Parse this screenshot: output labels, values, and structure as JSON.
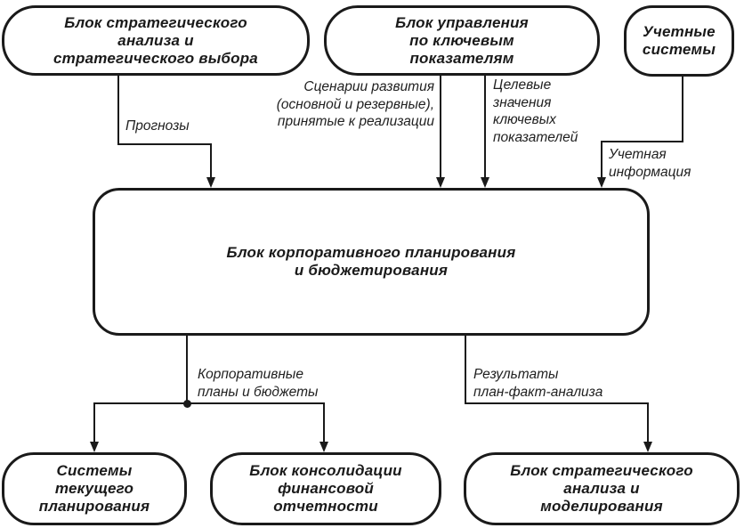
{
  "diagram": {
    "title": "Structure of corporate planning and budgeting blocks",
    "colors": {
      "stroke": "#1a1a1a",
      "background": "#ffffff",
      "text": "#1a1a1a"
    },
    "nodes": {
      "strategic_analysis_choice": {
        "label": "Блок стратегического\nанализа и\nстратегического выбора"
      },
      "kpi_management": {
        "label": "Блок управления\nпо ключевым\nпоказателям"
      },
      "accounting_systems": {
        "label": "Учетные\nсистемы"
      },
      "corporate_planning": {
        "label": "Блок корпоративного планирования\nи бюджетирования"
      },
      "current_planning": {
        "label": "Системы\nтекущего\nпланирования"
      },
      "financial_consolidation": {
        "label": "Блок консолидации\nфинансовой\nотчетности"
      },
      "strategic_analysis_modeling": {
        "label": "Блок стратегического\nанализа и\nмоделирования"
      }
    },
    "edge_labels": {
      "forecasts": "Прогнозы",
      "scenarios": "Сценарии развития\n(основной и резервные),\nпринятые к реализации",
      "kpi_targets": "Целевые\nзначения\nключевых\nпоказателей",
      "accounting_info": "Учетная\nинформация",
      "corporate_plans": "Корпоративные\nпланы и бюджеты",
      "plan_fact_results": "Результаты\nплан-факт-анализа"
    }
  }
}
